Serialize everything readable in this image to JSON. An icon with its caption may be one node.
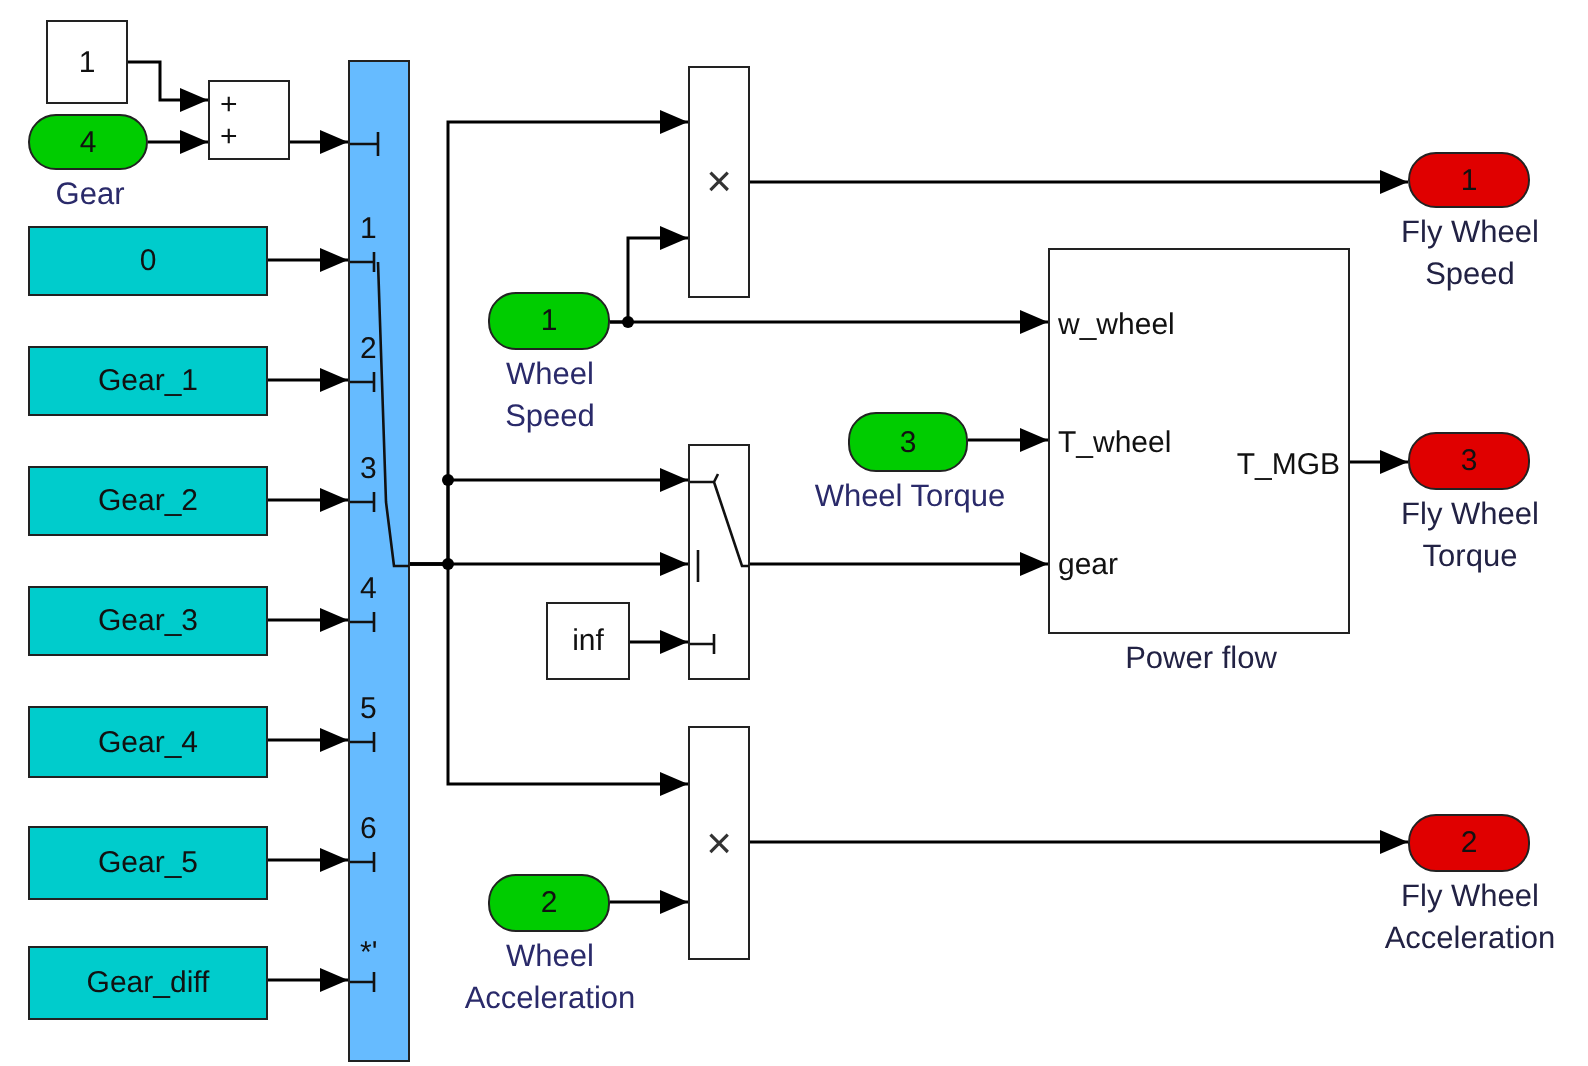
{
  "diagram": {
    "nodes": [
      {
        "text": [
          "1"
        ]
      },
      {
        "text": [
          "4"
        ],
        "beside": [
          "Gear"
        ]
      },
      {
        "text": [
          "+",
          "+"
        ]
      },
      {
        "text": [
          "1",
          "2",
          "3",
          "4",
          "5",
          "6",
          "*'"
        ]
      },
      {
        "text": [
          "0"
        ]
      },
      {
        "text": [
          "Gear_1"
        ]
      },
      {
        "text": [
          "Gear_2"
        ]
      },
      {
        "text": [
          "Gear_3"
        ]
      },
      {
        "text": [
          "Gear_4"
        ]
      },
      {
        "text": [
          "Gear_5"
        ]
      },
      {
        "text": [
          "Gear_diff"
        ]
      },
      {
        "text": [
          "×"
        ]
      },
      {
        "text": [
          "1"
        ],
        "beside": [
          "Wheel Speed"
        ]
      },
      {
        "text": [],
        "shape": "box"
      },
      {
        "text": [
          "inf"
        ]
      },
      {
        "text": [
          "3"
        ],
        "beside": [
          "Wheel Torque"
        ]
      },
      {
        "text": [
          "w_wheel",
          "T_wheel",
          "gear",
          "T_MGB"
        ],
        "beside": [
          "Power flow"
        ]
      },
      {
        "text": [
          "×"
        ]
      },
      {
        "text": [
          "2"
        ],
        "beside": [
          "Wheel Acceleration"
        ]
      },
      {
        "text": [
          "1"
        ],
        "beside": [
          "Fly Wheel Speed"
        ]
      },
      {
        "text": [
          "3"
        ],
        "beside": [
          "Fly Wheel Torque"
        ]
      },
      {
        "text": [
          "2"
        ],
        "beside": [
          "Fly Wheel Acceleration"
        ]
      }
    ],
    "edges": [
      {
        "from": 0,
        "to": 2,
        "arrow": "to"
      },
      {
        "from": 1,
        "to": 2,
        "arrow": "to"
      },
      {
        "from": 2,
        "to": 3,
        "arrow": "to"
      },
      {
        "from": 4,
        "to": 3,
        "arrow": "to"
      },
      {
        "from": 5,
        "to": 3,
        "arrow": "to"
      },
      {
        "from": 6,
        "to": 3,
        "arrow": "to"
      },
      {
        "from": 7,
        "to": 3,
        "arrow": "to"
      },
      {
        "from": 8,
        "to": 3,
        "arrow": "to"
      },
      {
        "from": 9,
        "to": 3,
        "arrow": "to"
      },
      {
        "from": 10,
        "to": 3,
        "arrow": "to"
      },
      {
        "from": 3,
        "to": 11,
        "arrow": "to"
      },
      {
        "from": 3,
        "to": 13,
        "arrow": "to"
      },
      {
        "from": 3,
        "to": 13,
        "arrow": "to"
      },
      {
        "from": 3,
        "to": 17,
        "arrow": "to"
      },
      {
        "from": 12,
        "to": 11,
        "arrow": "to"
      },
      {
        "from": 12,
        "to": 16,
        "arrow": "to"
      },
      {
        "from": 14,
        "to": 13,
        "arrow": "to"
      },
      {
        "from": 15,
        "to": 16,
        "arrow": "to"
      },
      {
        "from": 13,
        "to": 16,
        "arrow": "to"
      },
      {
        "from": 11,
        "to": 19,
        "arrow": "to"
      },
      {
        "from": 16,
        "to": 20,
        "arrow": "to"
      },
      {
        "from": 17,
        "to": 21,
        "arrow": "to"
      },
      {
        "from": 18,
        "to": 17,
        "arrow": "to"
      }
    ]
  }
}
